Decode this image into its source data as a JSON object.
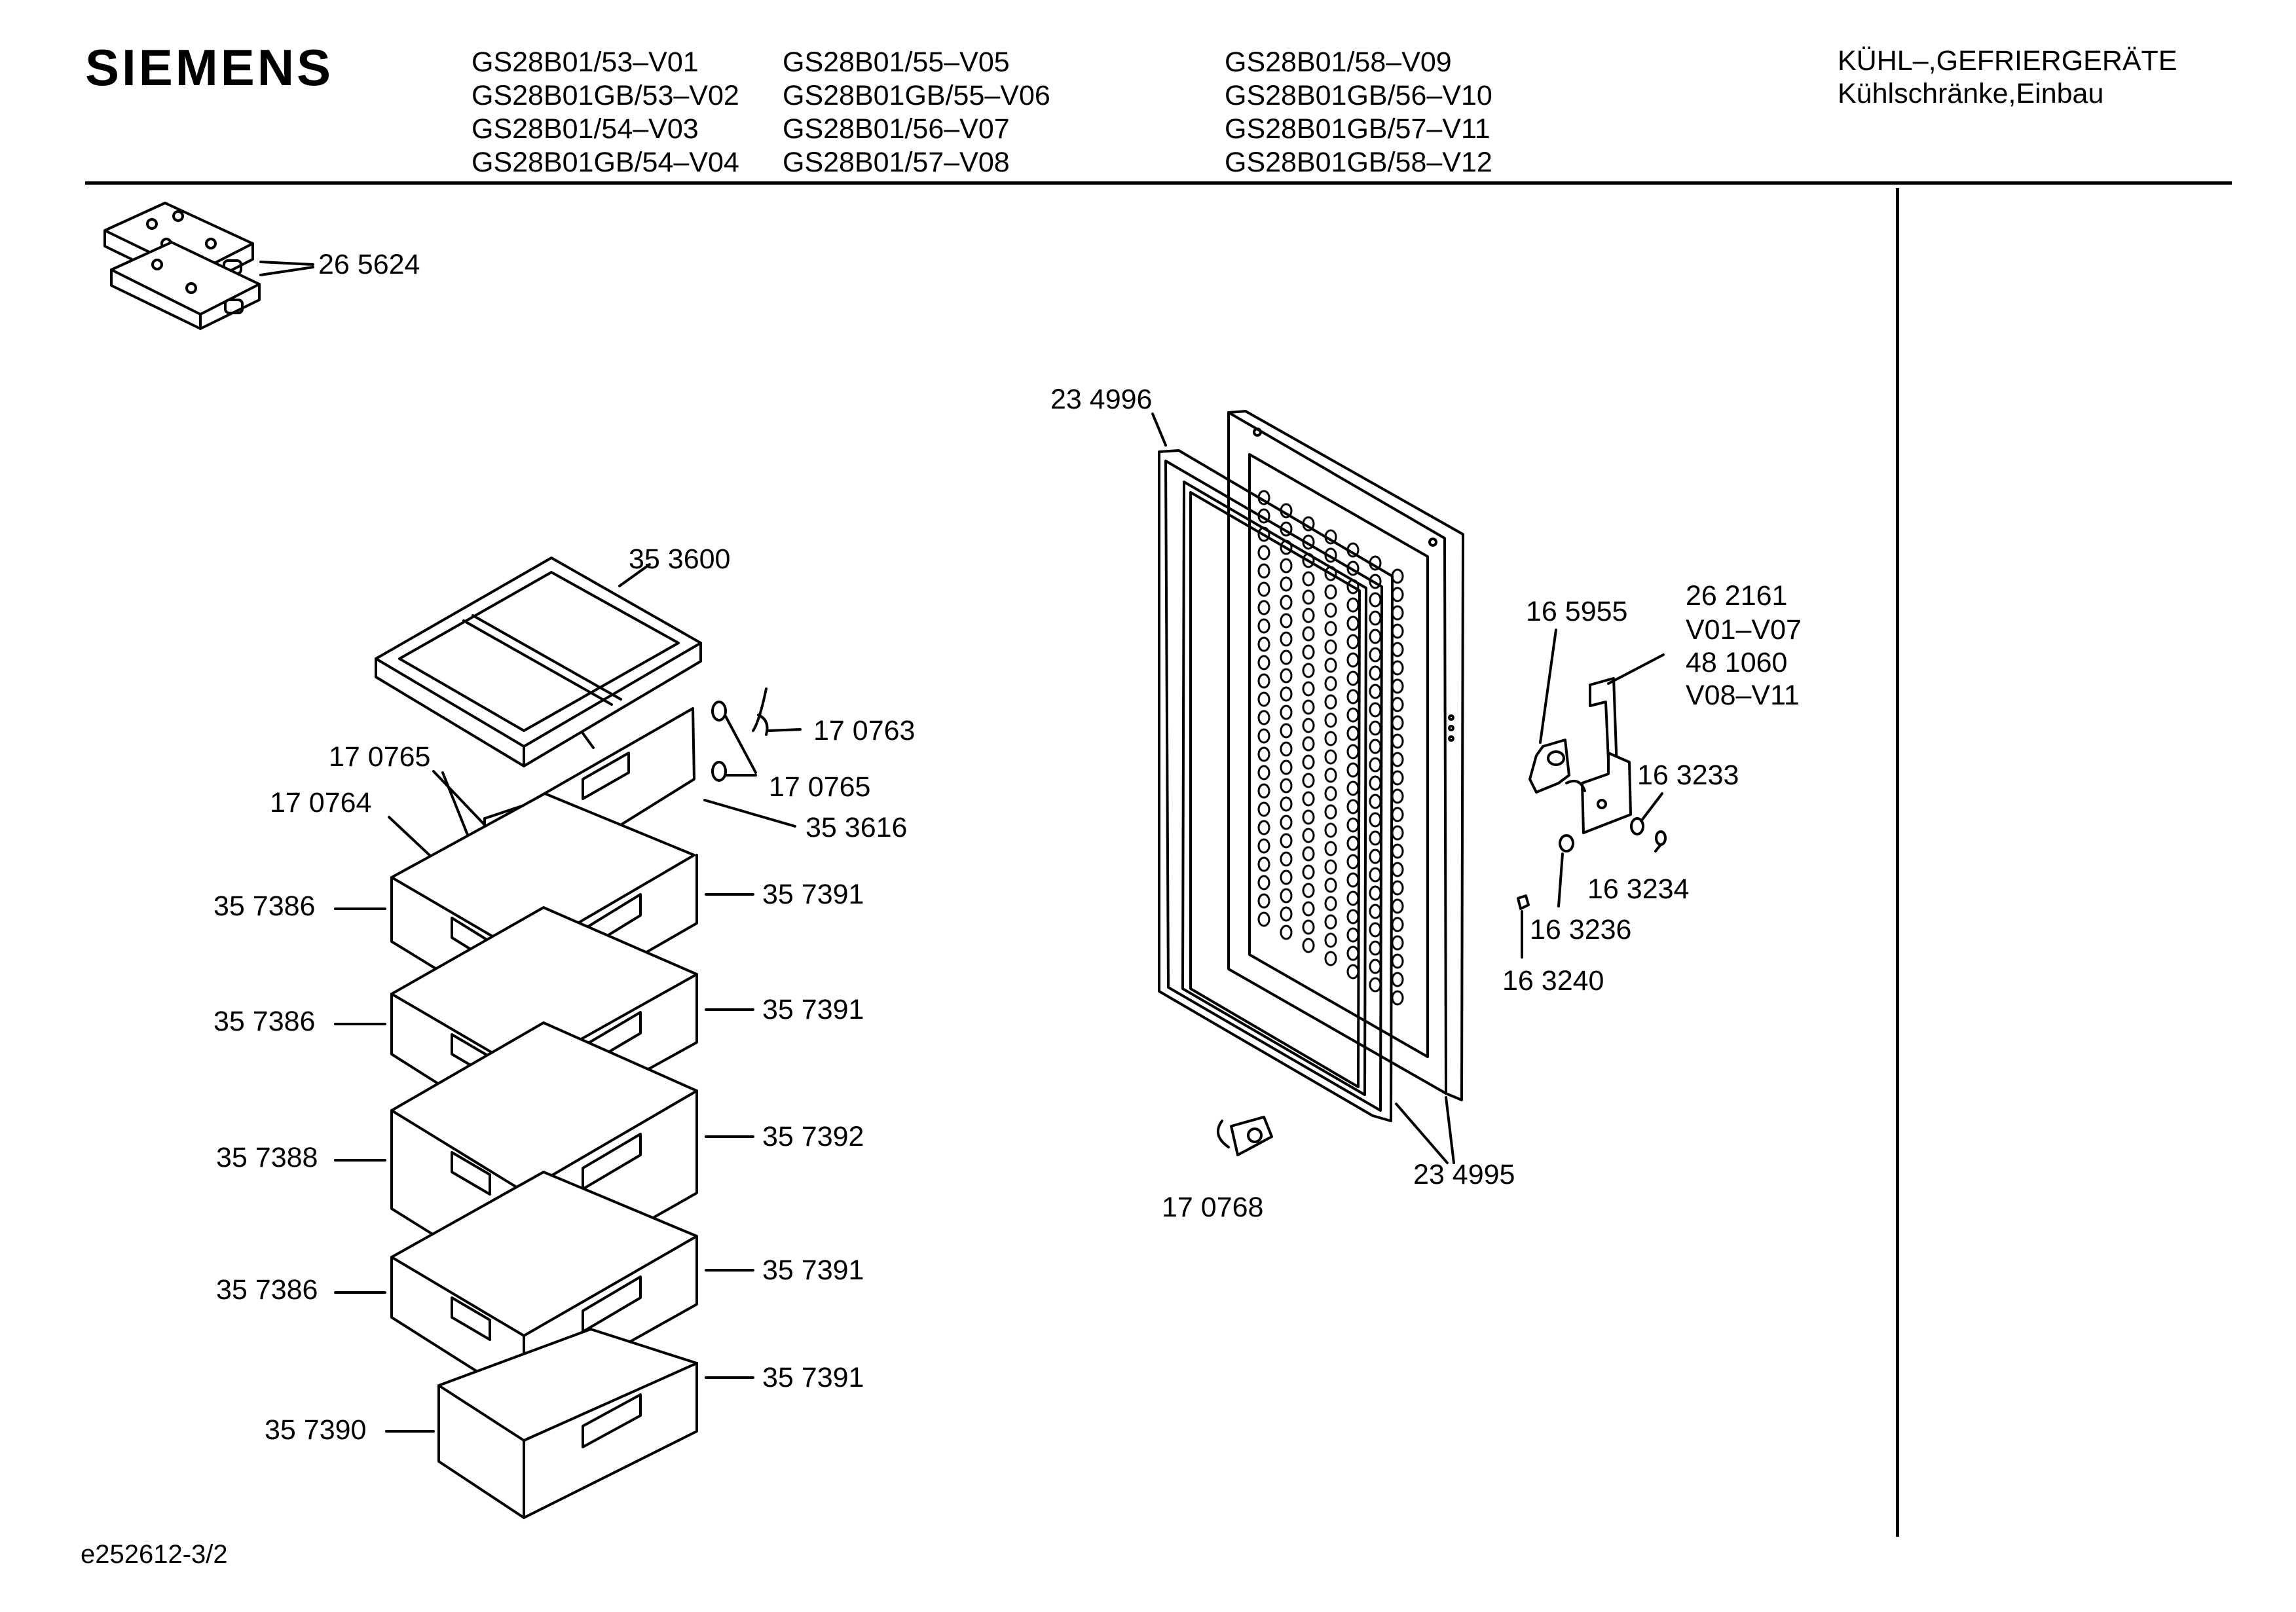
{
  "header": {
    "brand": "SIEMENS",
    "model_columns": [
      [
        "GS28B01/53–V01",
        "GS28B01GB/53–V02",
        "GS28B01/54–V03",
        "GS28B01GB/54–V04"
      ],
      [
        "GS28B01/55–V05",
        "GS28B01GB/55–V06",
        "GS28B01/56–V07",
        "GS28B01/57–V08"
      ],
      [
        "GS28B01/58–V09",
        "GS28B01GB/56–V10",
        "GS28B01GB/57–V11",
        "GS28B01GB/58–V12"
      ]
    ],
    "category_line1": "KÜHL–,GEFRIERGERÄTE",
    "category_line2": "Kühlschränke,Einbau"
  },
  "parts": {
    "p265624": "26 5624",
    "p234996": "23 4996",
    "p353600": "35 3600",
    "p170763": "17 0763",
    "p170765a": "17 0765",
    "p170765b": "17 0765",
    "p170764": "17 0764",
    "p353616": "35 3616",
    "p357386a": "35 7386",
    "p357391a": "35 7391",
    "p357386b": "35 7386",
    "p357391b": "35 7391",
    "p357388": "35 7388",
    "p357392": "35 7392",
    "p357386c": "35 7386",
    "p357391c": "35 7391",
    "p357390": "35 7390",
    "p357391d": "35 7391",
    "p165955": "16 5955",
    "p262161": "26 2161",
    "v01v07": "V01–V07",
    "p481060": "48 1060",
    "v08v11": "V08–V11",
    "p163233": "16 3233",
    "p163234": "16 3234",
    "p163236": "16 3236",
    "p163240": "16 3240",
    "p234995": "23 4995",
    "p170768": "17 0768"
  },
  "footer": {
    "code": "e252612-3/2"
  }
}
